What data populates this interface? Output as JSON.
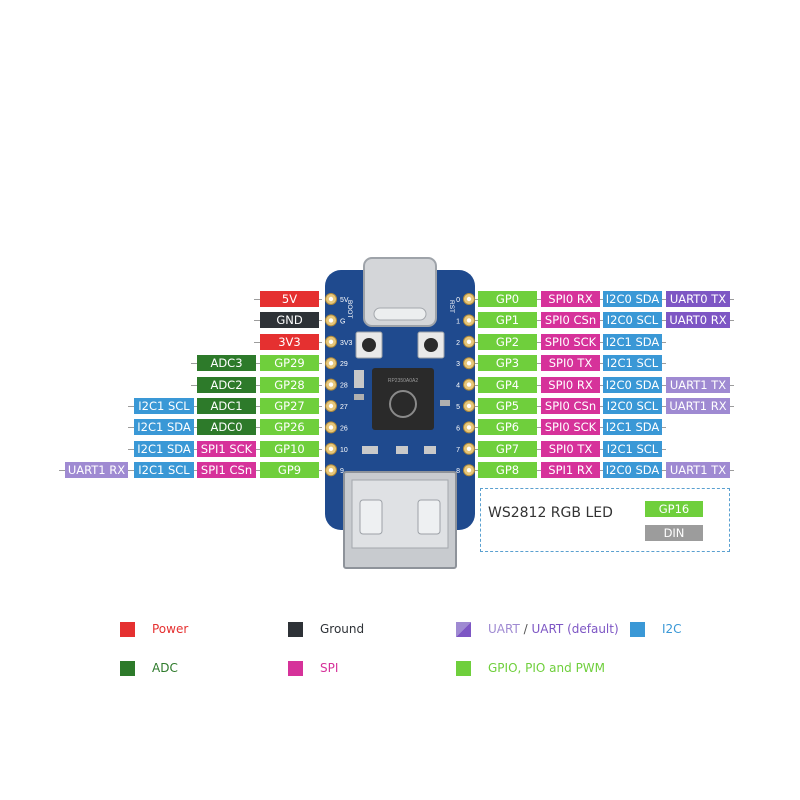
{
  "colors": {
    "power": "#e53030",
    "ground": "#2e3237",
    "adc": "#2d7a2a",
    "spi": "#d6329a",
    "gpio": "#6fcf3c",
    "uart": "#7d56c4",
    "uart_default": "#9f8ad2",
    "i2c": "#3a98d6",
    "din": "#9c9c9c",
    "board": "#1f4a8e"
  },
  "left_rows": [
    {
      "labels": [
        {
          "text": "5V",
          "kind": "power"
        }
      ]
    },
    {
      "labels": [
        {
          "text": "GND",
          "kind": "ground"
        }
      ]
    },
    {
      "labels": [
        {
          "text": "3V3",
          "kind": "power"
        }
      ]
    },
    {
      "labels": [
        {
          "text": "ADC3",
          "kind": "adc"
        },
        {
          "text": "GP29",
          "kind": "gpio"
        }
      ]
    },
    {
      "labels": [
        {
          "text": "ADC2",
          "kind": "adc"
        },
        {
          "text": "GP28",
          "kind": "gpio"
        }
      ]
    },
    {
      "labels": [
        {
          "text": "I2C1 SCL",
          "kind": "i2c"
        },
        {
          "text": "ADC1",
          "kind": "adc"
        },
        {
          "text": "GP27",
          "kind": "gpio"
        }
      ]
    },
    {
      "labels": [
        {
          "text": "I2C1 SDA",
          "kind": "i2c"
        },
        {
          "text": "ADC0",
          "kind": "adc"
        },
        {
          "text": "GP26",
          "kind": "gpio"
        }
      ]
    },
    {
      "labels": [
        {
          "text": "I2C1 SDA",
          "kind": "i2c"
        },
        {
          "text": "SPI1 SCK",
          "kind": "spi"
        },
        {
          "text": "GP10",
          "kind": "gpio"
        }
      ]
    },
    {
      "labels": [
        {
          "text": "UART1 RX",
          "kind": "uart_default"
        },
        {
          "text": "I2C1 SCL",
          "kind": "i2c"
        },
        {
          "text": "SPI1 CSn",
          "kind": "spi"
        },
        {
          "text": "GP9",
          "kind": "gpio"
        }
      ]
    }
  ],
  "right_rows": [
    {
      "labels": [
        {
          "text": "GP0",
          "kind": "gpio"
        },
        {
          "text": "SPI0 RX",
          "kind": "spi"
        },
        {
          "text": "I2C0 SDA",
          "kind": "i2c"
        },
        {
          "text": "UART0 TX",
          "kind": "uart"
        }
      ]
    },
    {
      "labels": [
        {
          "text": "GP1",
          "kind": "gpio"
        },
        {
          "text": "SPI0 CSn",
          "kind": "spi"
        },
        {
          "text": "I2C0 SCL",
          "kind": "i2c"
        },
        {
          "text": "UART0 RX",
          "kind": "uart"
        }
      ]
    },
    {
      "labels": [
        {
          "text": "GP2",
          "kind": "gpio"
        },
        {
          "text": "SPI0 SCK",
          "kind": "spi"
        },
        {
          "text": "I2C1 SDA",
          "kind": "i2c"
        }
      ]
    },
    {
      "labels": [
        {
          "text": "GP3",
          "kind": "gpio"
        },
        {
          "text": "SPI0 TX",
          "kind": "spi"
        },
        {
          "text": "I2C1 SCL",
          "kind": "i2c"
        }
      ]
    },
    {
      "labels": [
        {
          "text": "GP4",
          "kind": "gpio"
        },
        {
          "text": "SPI0 RX",
          "kind": "spi"
        },
        {
          "text": "I2C0 SDA",
          "kind": "i2c"
        },
        {
          "text": "UART1 TX",
          "kind": "uart_default"
        }
      ]
    },
    {
      "labels": [
        {
          "text": "GP5",
          "kind": "gpio"
        },
        {
          "text": "SPI0 CSn",
          "kind": "spi"
        },
        {
          "text": "I2C0 SCL",
          "kind": "i2c"
        },
        {
          "text": "UART1 RX",
          "kind": "uart_default"
        }
      ]
    },
    {
      "labels": [
        {
          "text": "GP6",
          "kind": "gpio"
        },
        {
          "text": "SPI0 SCK",
          "kind": "spi"
        },
        {
          "text": "I2C1 SDA",
          "kind": "i2c"
        }
      ]
    },
    {
      "labels": [
        {
          "text": "GP7",
          "kind": "gpio"
        },
        {
          "text": "SPI0 TX",
          "kind": "spi"
        },
        {
          "text": "I2C1 SCL",
          "kind": "i2c"
        }
      ]
    },
    {
      "labels": [
        {
          "text": "GP8",
          "kind": "gpio"
        },
        {
          "text": "SPI1 RX",
          "kind": "spi"
        },
        {
          "text": "I2C0 SDA",
          "kind": "i2c"
        },
        {
          "text": "UART1 TX",
          "kind": "uart_default"
        }
      ]
    }
  ],
  "board": {
    "left_pins": [
      "5V",
      "G",
      "3V3",
      "29",
      "28",
      "27",
      "26",
      "10",
      "9"
    ],
    "right_pins": [
      "0",
      "1",
      "2",
      "3",
      "4",
      "5",
      "6",
      "7",
      "8"
    ],
    "boot_label": "BOOT",
    "rst_label": "RST",
    "chip_text": "RP2350A0A2"
  },
  "led_box": {
    "title": "WS2812 RGB LED",
    "gp_label": "GP16",
    "din_label": "DIN"
  },
  "legend": {
    "power": "Power",
    "ground": "Ground",
    "uart_a": "UART",
    "uart_sep": " / ",
    "uart_b": "UART (default)",
    "i2c": "I2C",
    "adc": "ADC",
    "spi": "SPI",
    "gpio": "GPIO, PIO and PWM"
  }
}
